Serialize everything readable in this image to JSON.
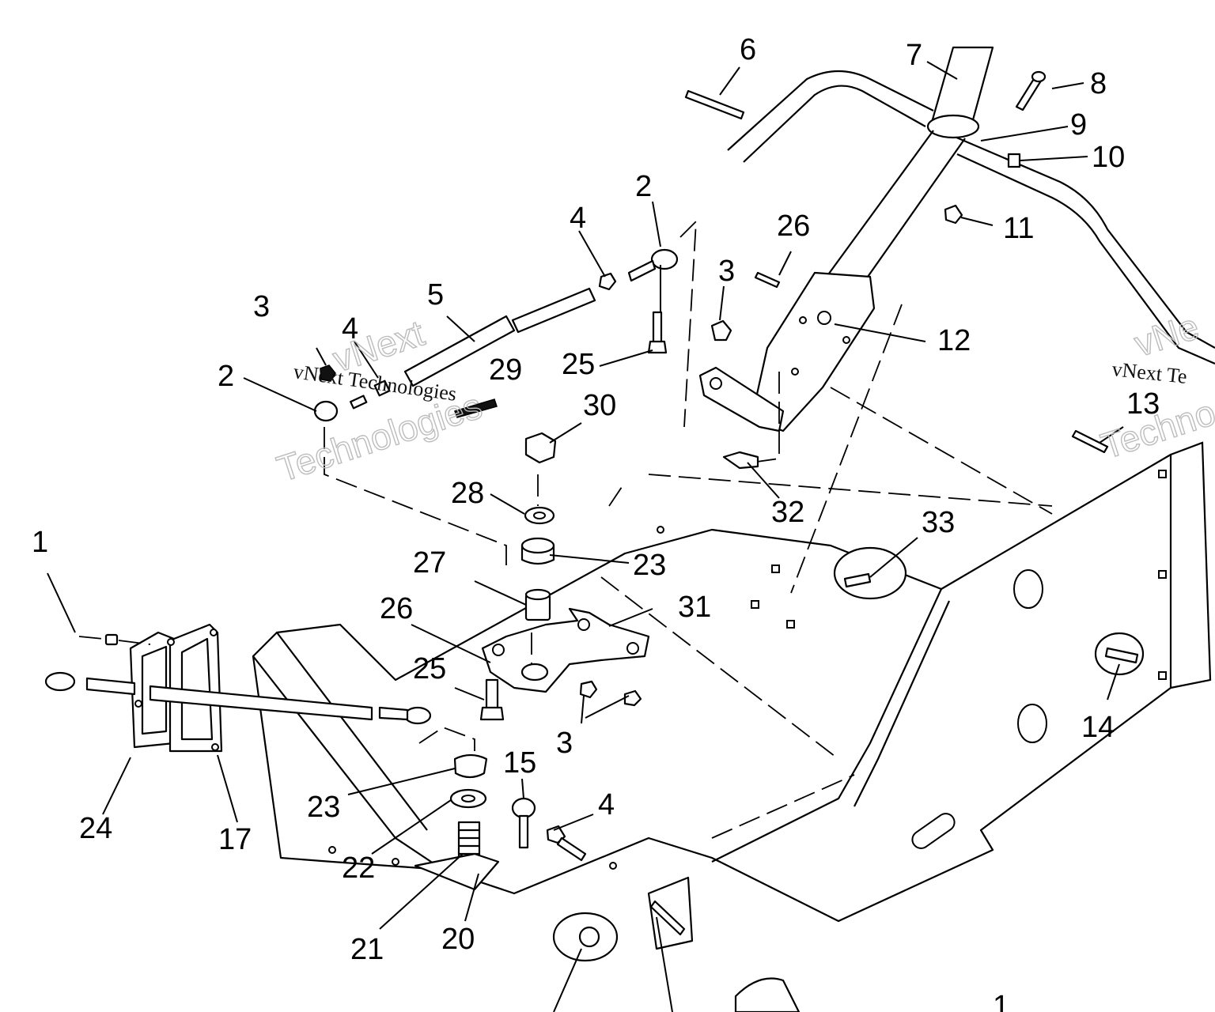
{
  "diagram": {
    "callouts": [
      {
        "id": "c1",
        "text": "1"
      },
      {
        "id": "c2a",
        "text": "2"
      },
      {
        "id": "c2b",
        "text": "2"
      },
      {
        "id": "c3a",
        "text": "3"
      },
      {
        "id": "c3b",
        "text": "3"
      },
      {
        "id": "c3c",
        "text": "3"
      },
      {
        "id": "c4a",
        "text": "4"
      },
      {
        "id": "c4b",
        "text": "4"
      },
      {
        "id": "c4c",
        "text": "4"
      },
      {
        "id": "c5",
        "text": "5"
      },
      {
        "id": "c6",
        "text": "6"
      },
      {
        "id": "c7",
        "text": "7"
      },
      {
        "id": "c8",
        "text": "8"
      },
      {
        "id": "c9",
        "text": "9"
      },
      {
        "id": "c10",
        "text": "10"
      },
      {
        "id": "c11",
        "text": "11"
      },
      {
        "id": "c12",
        "text": "12"
      },
      {
        "id": "c13",
        "text": "13"
      },
      {
        "id": "c14",
        "text": "14"
      },
      {
        "id": "c15",
        "text": "15"
      },
      {
        "id": "c17",
        "text": "17"
      },
      {
        "id": "c20",
        "text": "20"
      },
      {
        "id": "c21",
        "text": "21"
      },
      {
        "id": "c22",
        "text": "22"
      },
      {
        "id": "c23a",
        "text": "23"
      },
      {
        "id": "c23b",
        "text": "23"
      },
      {
        "id": "c24",
        "text": "24"
      },
      {
        "id": "c25a",
        "text": "25"
      },
      {
        "id": "c25b",
        "text": "25"
      },
      {
        "id": "c26a",
        "text": "26"
      },
      {
        "id": "c26b",
        "text": "26"
      },
      {
        "id": "c27",
        "text": "27"
      },
      {
        "id": "c28",
        "text": "28"
      },
      {
        "id": "c29",
        "text": "29"
      },
      {
        "id": "c30",
        "text": "30"
      },
      {
        "id": "c31",
        "text": "31"
      },
      {
        "id": "c32",
        "text": "32"
      },
      {
        "id": "c33",
        "text": "33"
      },
      {
        "id": "c1b",
        "text": "1"
      }
    ]
  },
  "watermark": {
    "line1": "vNext",
    "line2": "Technologies",
    "small": "vNext Technologies",
    "small_right": "vNext Te",
    "line1_right": "vNe",
    "line2_right": "Techno"
  }
}
